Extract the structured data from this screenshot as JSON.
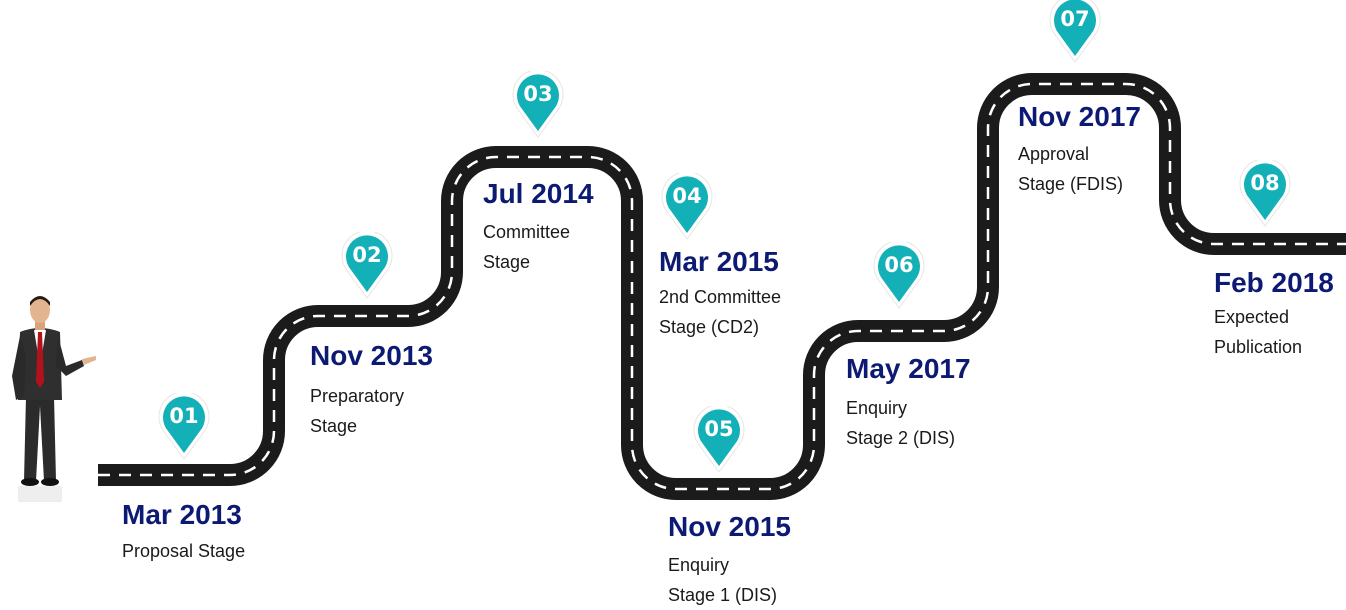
{
  "timeline": {
    "colors": {
      "road": "#1b1b1b",
      "lane": "#ffffff",
      "pin": "#13b0b8",
      "date": "#0d1a73",
      "text": "#1a1a1a"
    },
    "milestones": [
      {
        "num": "01",
        "date": "Mar 2013",
        "desc": [
          "Proposal Stage"
        ]
      },
      {
        "num": "02",
        "date": "Nov 2013",
        "desc": [
          "Preparatory",
          "Stage"
        ]
      },
      {
        "num": "03",
        "date": "Jul 2014",
        "desc": [
          "Committee",
          "Stage"
        ]
      },
      {
        "num": "04",
        "date": "Mar 2015",
        "desc": [
          "2nd Committee",
          "Stage (CD2)"
        ]
      },
      {
        "num": "05",
        "date": "Nov 2015",
        "desc": [
          "Enquiry",
          "Stage 1 (DIS)"
        ]
      },
      {
        "num": "06",
        "date": "May 2017",
        "desc": [
          "Enquiry",
          "Stage 2 (DIS)"
        ]
      },
      {
        "num": "07",
        "date": "Nov 2017",
        "desc": [
          "Approval",
          "Stage (FDIS)"
        ]
      },
      {
        "num": "08",
        "date": "Feb 2018",
        "desc": [
          "Expected",
          "Publication"
        ]
      }
    ]
  }
}
